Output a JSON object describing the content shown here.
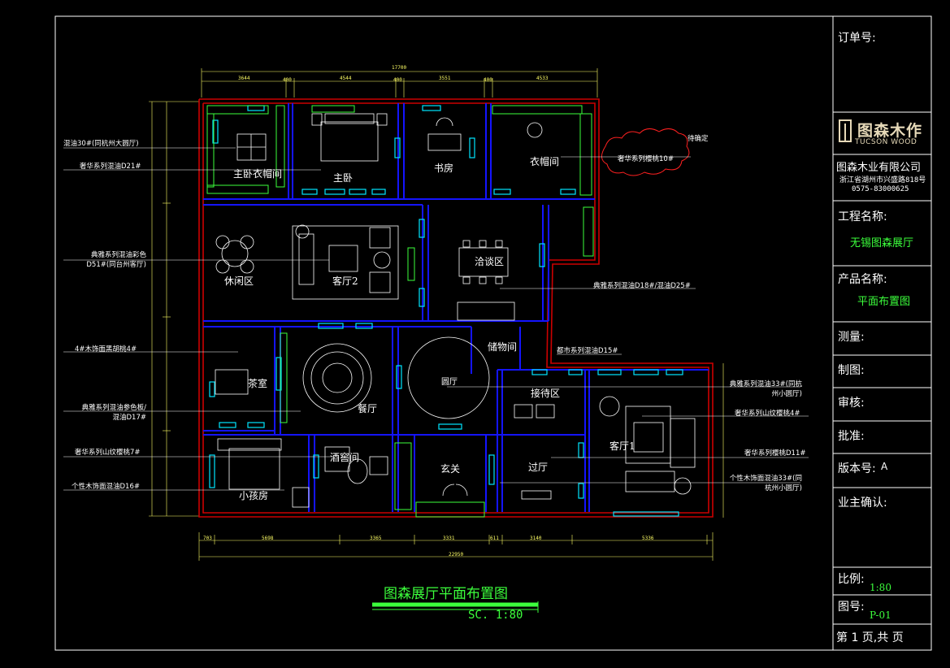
{
  "title_block": {
    "order_no_label": "订单号:",
    "logo_brand": "图森木作",
    "logo_sub": "TUCSON WOOD",
    "company_name": "图森木业有限公司",
    "company_address": "浙江省湖州市兴盛路818号",
    "company_phone": "0575-83000625",
    "project_label": "工程名称:",
    "project_value": "无锡图森展厅",
    "product_label": "产品名称:",
    "product_value": "平面布置图",
    "survey_label": "测量:",
    "draw_label": "制图:",
    "review_label": "审核:",
    "approve_label": "批准:",
    "version_label": "版本号:",
    "version_value": "A",
    "owner_label": "业主确认:",
    "scale_label": "比例:",
    "scale_value": "1:80",
    "drawing_no_label": "图号:",
    "drawing_no_value": "P-01",
    "page_label": "第 1 页,共  页"
  },
  "drawing_title": {
    "main": "图森展厅平面布置图",
    "scale": "SC. 1:80"
  },
  "rooms": {
    "master_closet": "主卧衣帽间",
    "master_bedroom": "主卧",
    "study": "书房",
    "closet": "衣帽间",
    "leisure": "休闲区",
    "living2": "客厅2",
    "negotiation": "洽谈区",
    "storage": "储物间",
    "tea_room": "茶室",
    "dining": "餐厅",
    "round_hall": "圆厅",
    "reception": "接待区",
    "living1": "客厅1",
    "wine_room": "酒窖间",
    "kids_room": "小孩房",
    "entrance": "玄关",
    "corridor": "过厅"
  },
  "notes_left": [
    "混油30#(同杭州大圆厅)",
    "奢华系列混油D21#",
    "典雅系列混油彩色\nD51#(同台州客厅)",
    "4#木饰面黑胡桃4#",
    "典雅系列混油参色板/\n混油D17#",
    "奢华系列山纹樱桃7#",
    "个性木饰面混油D16#"
  ],
  "notes_right": [
    "奢华系列樱桃10#",
    "待确定",
    "典雅系列混油D18#/混油D25#",
    "都市系列混油D15#",
    "典雅系列混油33#(同杭\n州小圆厅)",
    "奢华系列山纹樱桃4#",
    "奢华系列樱桃D11#",
    "个性木饰面混油33#(同\n杭州小圆厅)"
  ],
  "dimensions": {
    "top_total": "17700",
    "top": [
      "3644",
      "400",
      "4544",
      "400",
      "3551",
      "400",
      "4533"
    ],
    "bottom": [
      "703",
      "5698",
      "3365",
      "3331",
      "611",
      "3140",
      "5336"
    ],
    "bottom_total": "22950"
  },
  "colors": {
    "wall": "#cc0000",
    "partition": "#1010ff",
    "cabinet": "#00ffff",
    "furniture": "#ffffff",
    "label_green": "#3cff3c",
    "dimension": "#ffff66",
    "cloud": "#ff0000"
  }
}
